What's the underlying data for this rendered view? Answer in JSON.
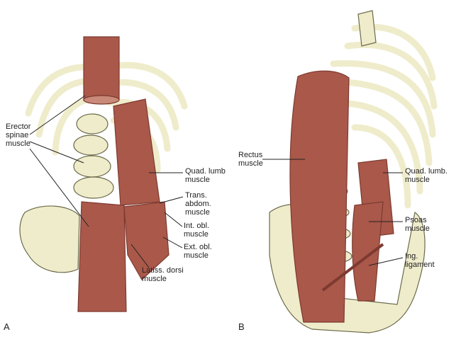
{
  "panel_a": {
    "letter": "A",
    "labels": {
      "erector": "Erector\nspinae\nmuscle",
      "quad_lumb": "Quad. lumb\nmuscle",
      "trans_abdom": "Trans.\nabdom.\nmuscle",
      "int_obl": "Int. obl.\nmuscle",
      "ext_obl": "Ext. obl.\nmuscle",
      "latiss": "Latiss. dorsi\nmuscle"
    }
  },
  "panel_b": {
    "letter": "B",
    "labels": {
      "rectus": "Rectus\nmuscle",
      "quad_lumb": "Quad. lumb.\nmuscle",
      "psoas": "Psoas\nmuscle",
      "ing": "Ing.\nligament"
    }
  },
  "colors": {
    "bone": "#efeccb",
    "bone_stroke": "#6b6a4a",
    "muscle": "#a9584a",
    "muscle_dark": "#7d3a30"
  }
}
